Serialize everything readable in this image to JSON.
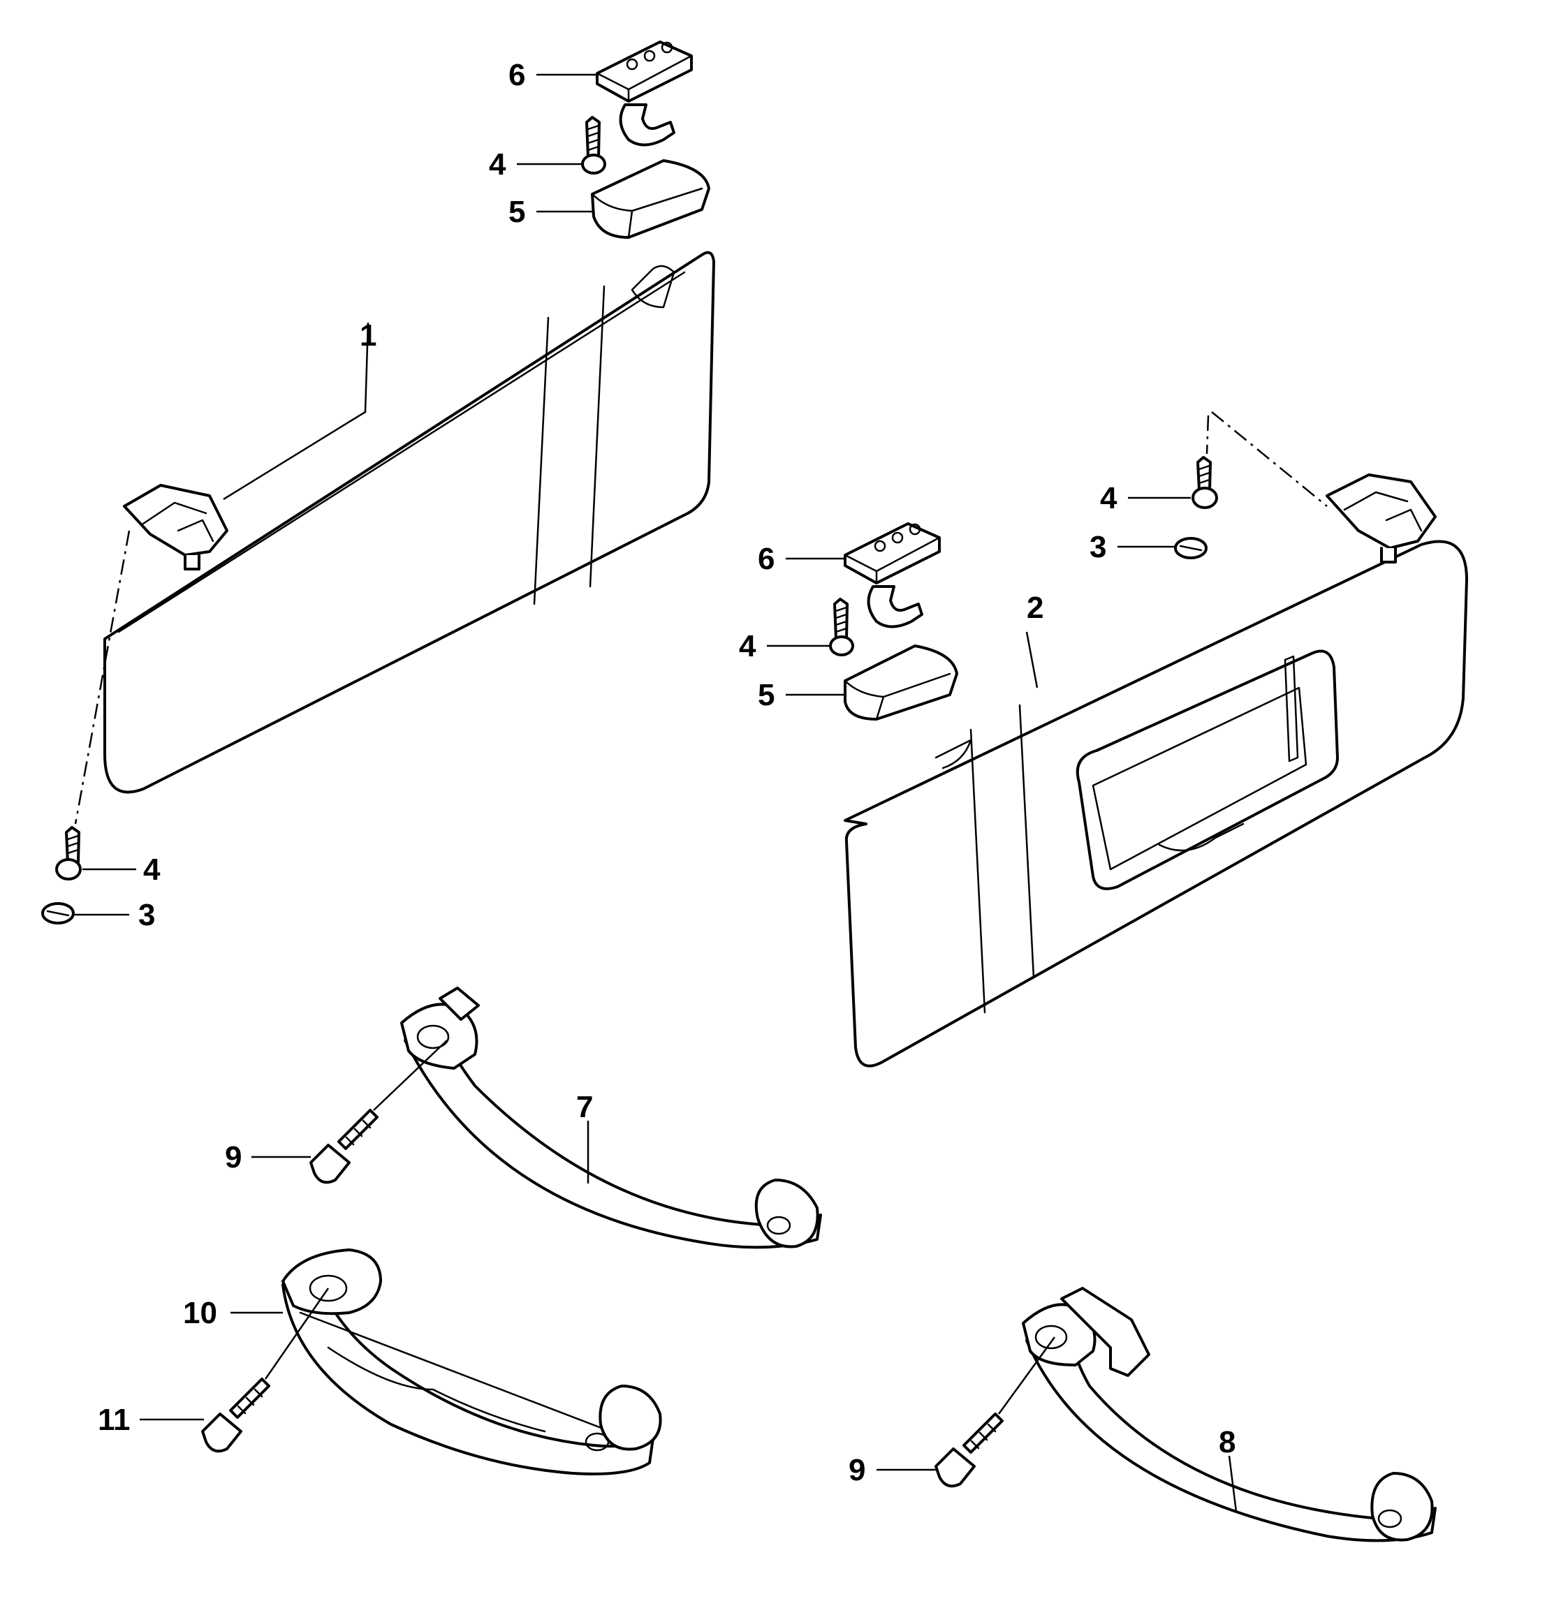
{
  "callouts": {
    "c1": "1",
    "c2": "2",
    "c3a": "3",
    "c3b": "3",
    "c4a": "4",
    "c4b": "4",
    "c4c": "4",
    "c4d": "4",
    "c5a": "5",
    "c5b": "5",
    "c6a": "6",
    "c6b": "6",
    "c7": "7",
    "c8": "8",
    "c9a": "9",
    "c9b": "9",
    "c10": "10",
    "c11": "11"
  }
}
